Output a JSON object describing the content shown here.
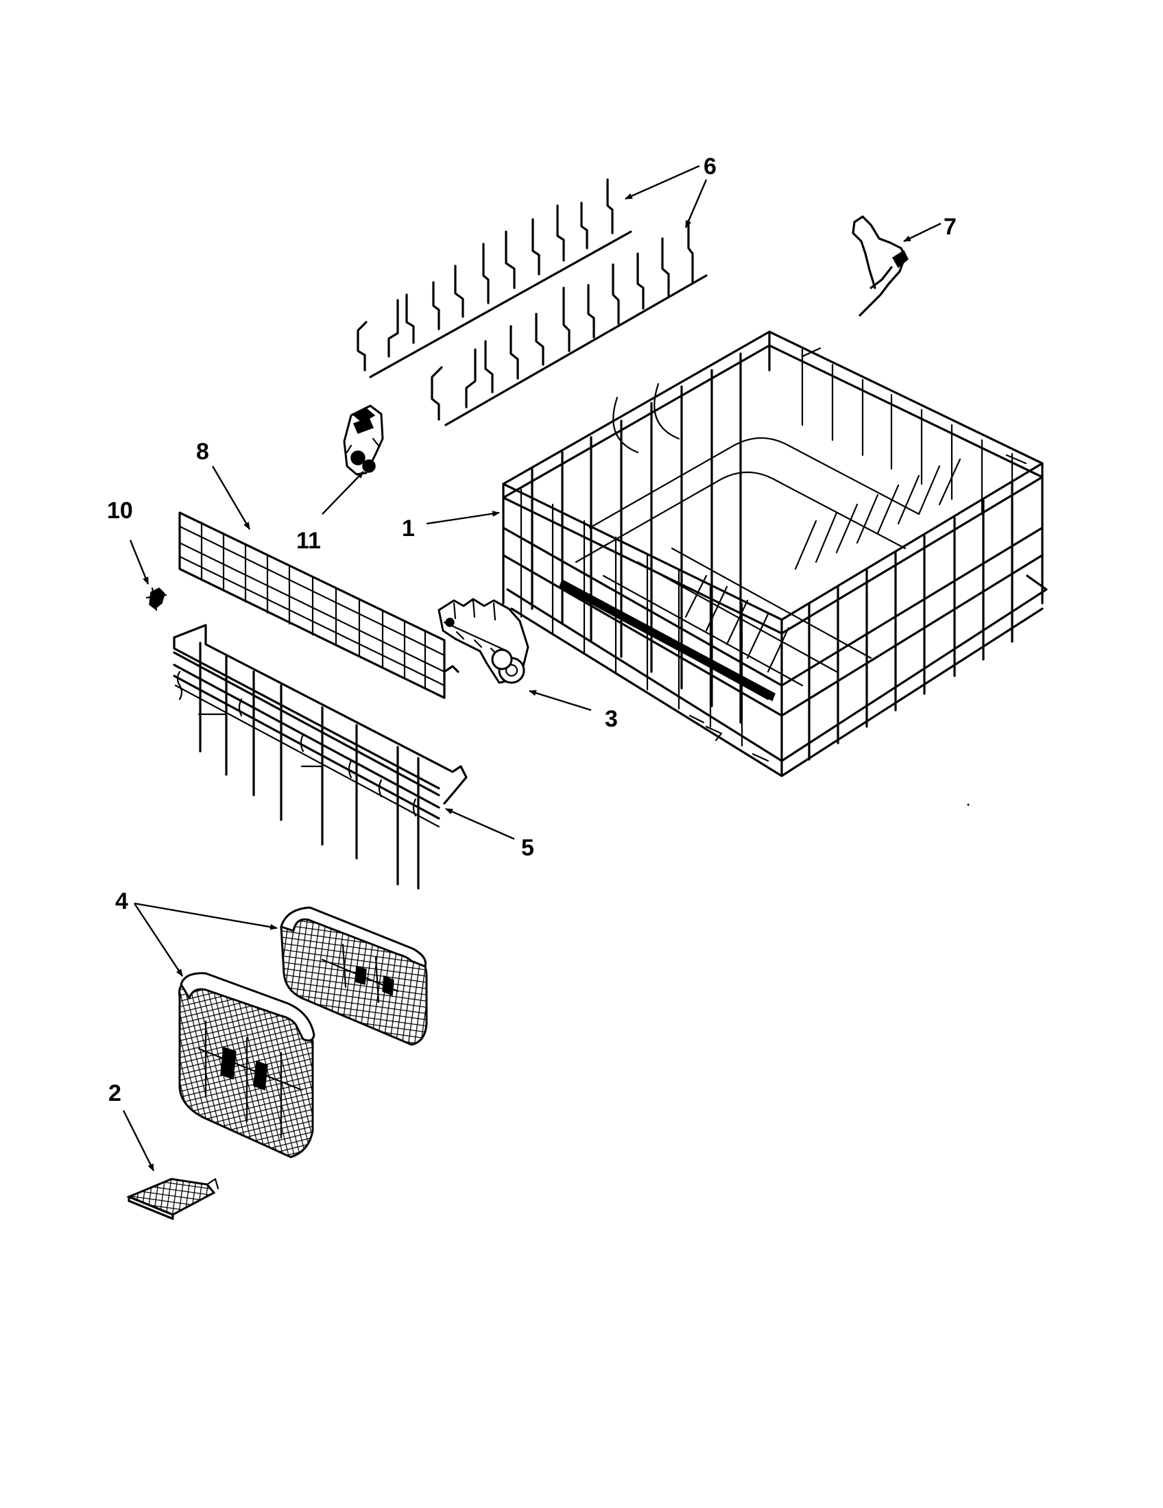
{
  "callouts": {
    "c1": "1",
    "c2": "2",
    "c3": "3",
    "c4": "4",
    "c5": "5",
    "c6": "6",
    "c7": "7",
    "c8": "8",
    "c10": "10",
    "c11": "11"
  },
  "colors": {
    "ink": "#000000",
    "paper": "#ffffff"
  }
}
